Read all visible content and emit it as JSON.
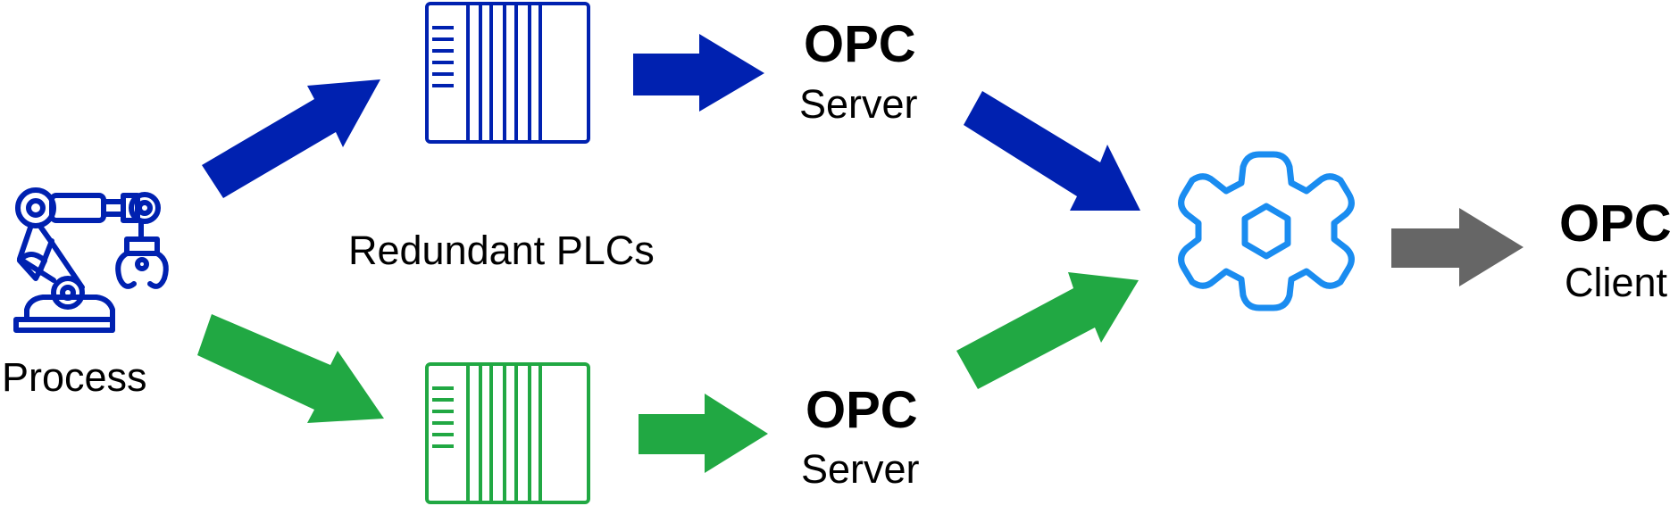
{
  "labels": {
    "process": "Process",
    "redundant_plcs": "Redundant PLCs",
    "opc_top": "OPC",
    "server_top": "Server",
    "opc_bottom": "OPC",
    "server_bottom": "Server",
    "opc_client": "OPC",
    "client": "Client"
  },
  "colors": {
    "primary_path": "#0021b0",
    "secondary_path": "#21a843",
    "gear": "#1a8cf0",
    "output_arrow": "#666666",
    "text": "#000000"
  },
  "icons": {
    "process": "robot-arm-icon",
    "plc": "plc-rack-icon",
    "aggregator": "gear-icon"
  }
}
